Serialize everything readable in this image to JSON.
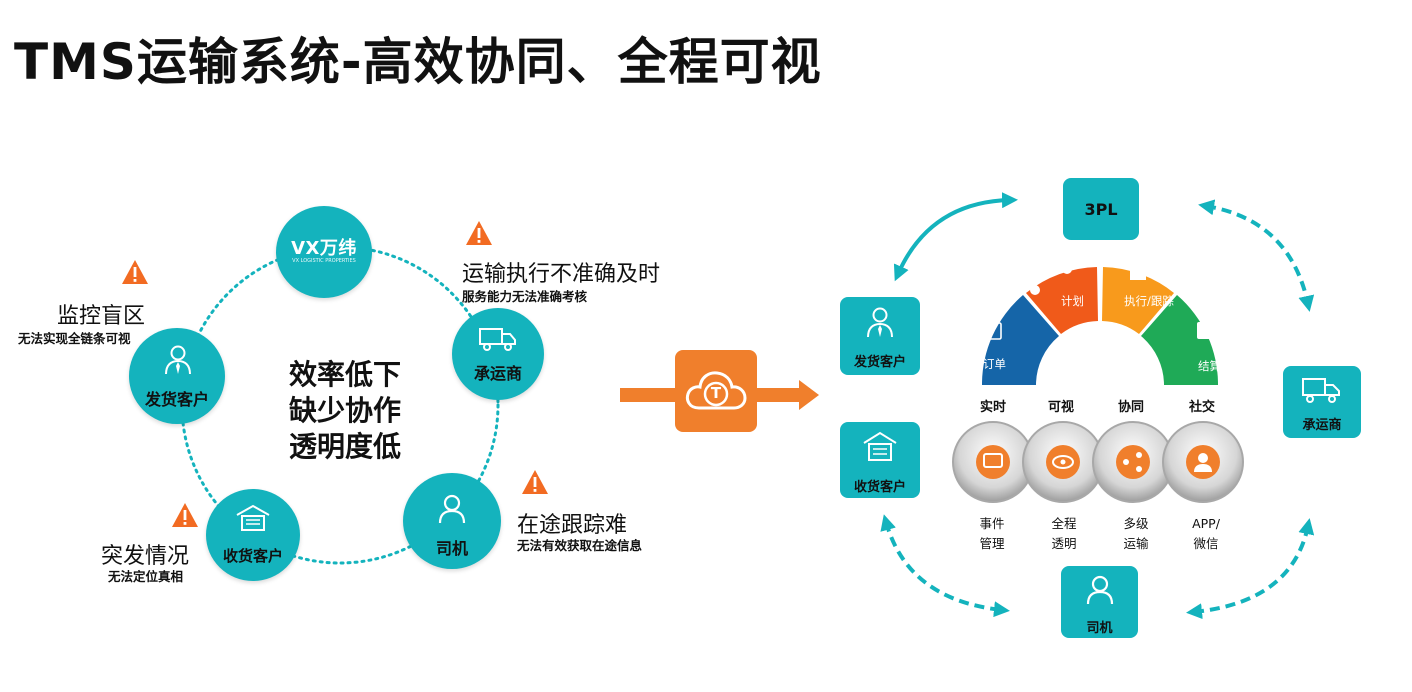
{
  "title": "TMS运输系统-高效协同、全程可视",
  "left": {
    "brand": {
      "logo_text": "VX万纬",
      "logo_sub": "VX LOGISTIC PROPERTIES"
    },
    "nodes": {
      "carrier": "承运商",
      "driver": "司机",
      "receiver": "收货客户",
      "shipper": "发货客户"
    },
    "center_lines": [
      "效率低下",
      "缺少协作",
      "透明度低"
    ],
    "problems": [
      {
        "title": "监控盲区",
        "sub": "无法实现全链条可视"
      },
      {
        "title": "运输执行不准确及时",
        "sub": "服务能力无法准确考核"
      },
      {
        "title": "在途跟踪难",
        "sub": "无法有效获取在途信息"
      },
      {
        "title": "突发情况",
        "sub": "无法定位真相"
      }
    ]
  },
  "center_icon": "T",
  "right": {
    "top_box": "3PL",
    "shipper": "发货客户",
    "receiver": "收货客户",
    "carrier": "承运商",
    "driver": "司机",
    "arc_segments": [
      "订单",
      "计划",
      "执行/跟踪",
      "结算"
    ],
    "features": [
      "实时",
      "可视",
      "协同",
      "社交"
    ],
    "feature_lines": [
      [
        "事件",
        "管理"
      ],
      [
        "全程",
        "透明"
      ],
      [
        "多级",
        "运输"
      ],
      [
        "APP/",
        "微信"
      ]
    ]
  },
  "colors": {
    "teal": "#14b3bd",
    "orange": "#f07f2c",
    "arc_blue": "#1565a8",
    "arc_orange_red": "#f05a1a",
    "arc_orange": "#f89a1c",
    "arc_green": "#1faa57",
    "warning": "#f26b22"
  }
}
